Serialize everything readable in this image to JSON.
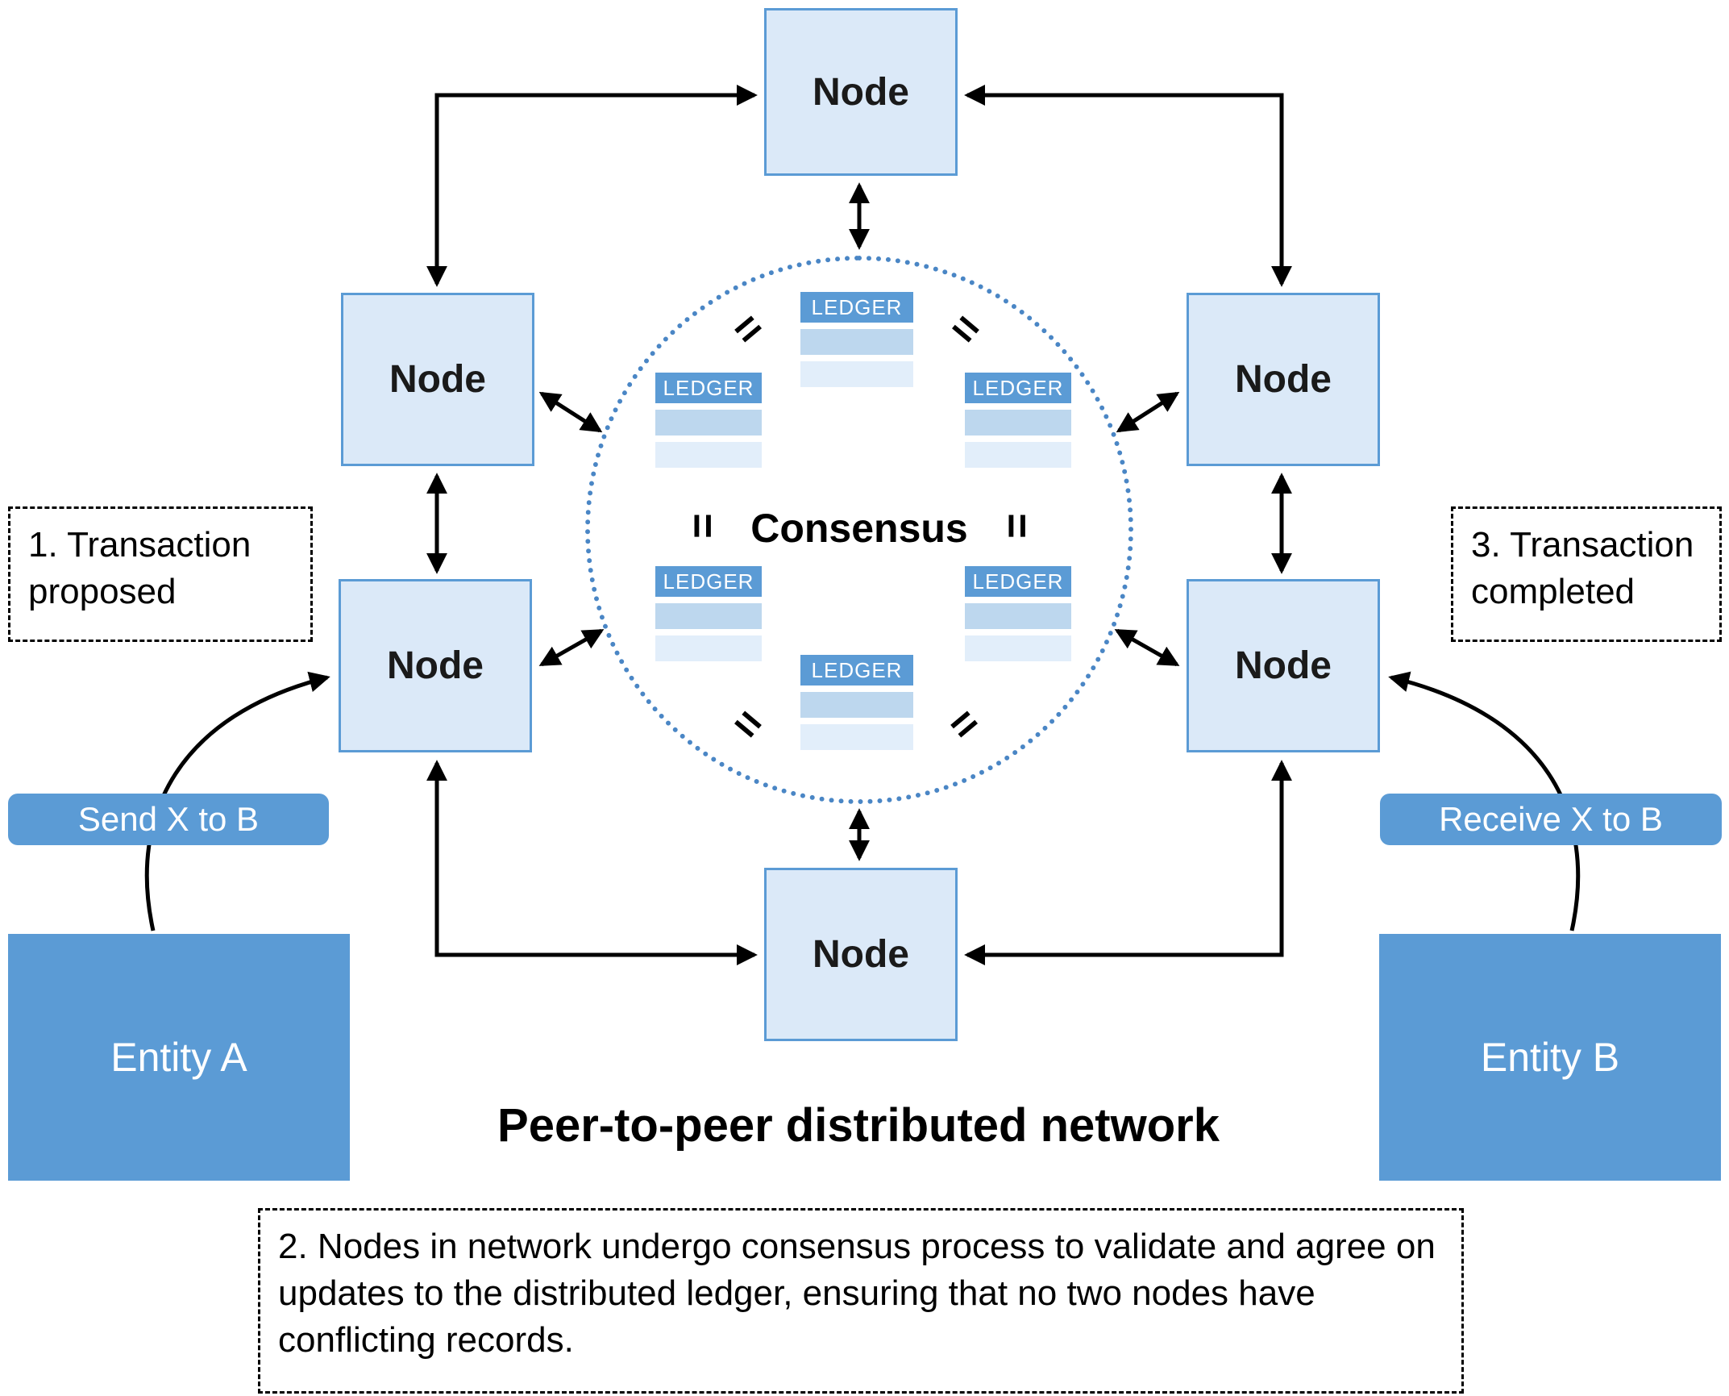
{
  "colors": {
    "accent": "#5b9bd5",
    "node_fill": "#dbe9f8",
    "node_border": "#5b9bd5",
    "ledger_header": "#5b9bd5",
    "ledger_row_medium": "#bdd7ee",
    "ledger_row_light": "#e2eefa",
    "circle_border": "#4a86c5",
    "arrow": "#000000"
  },
  "title": "Peer-to-peer distributed network",
  "consensus_label": "Consensus",
  "node_label": "Node",
  "ledger_label": "LEDGER",
  "equals_sign": "=",
  "annotations": {
    "step1": "1. Transaction proposed",
    "step2": "2. Nodes in network undergo consensus process to validate and agree on updates to the distributed ledger, ensuring that no two nodes have conflicting records.",
    "step3": "3. Transaction completed"
  },
  "labels": {
    "send": "Send X to B",
    "receive": "Receive X to B"
  },
  "entities": {
    "a": "Entity A",
    "b": "Entity B"
  }
}
